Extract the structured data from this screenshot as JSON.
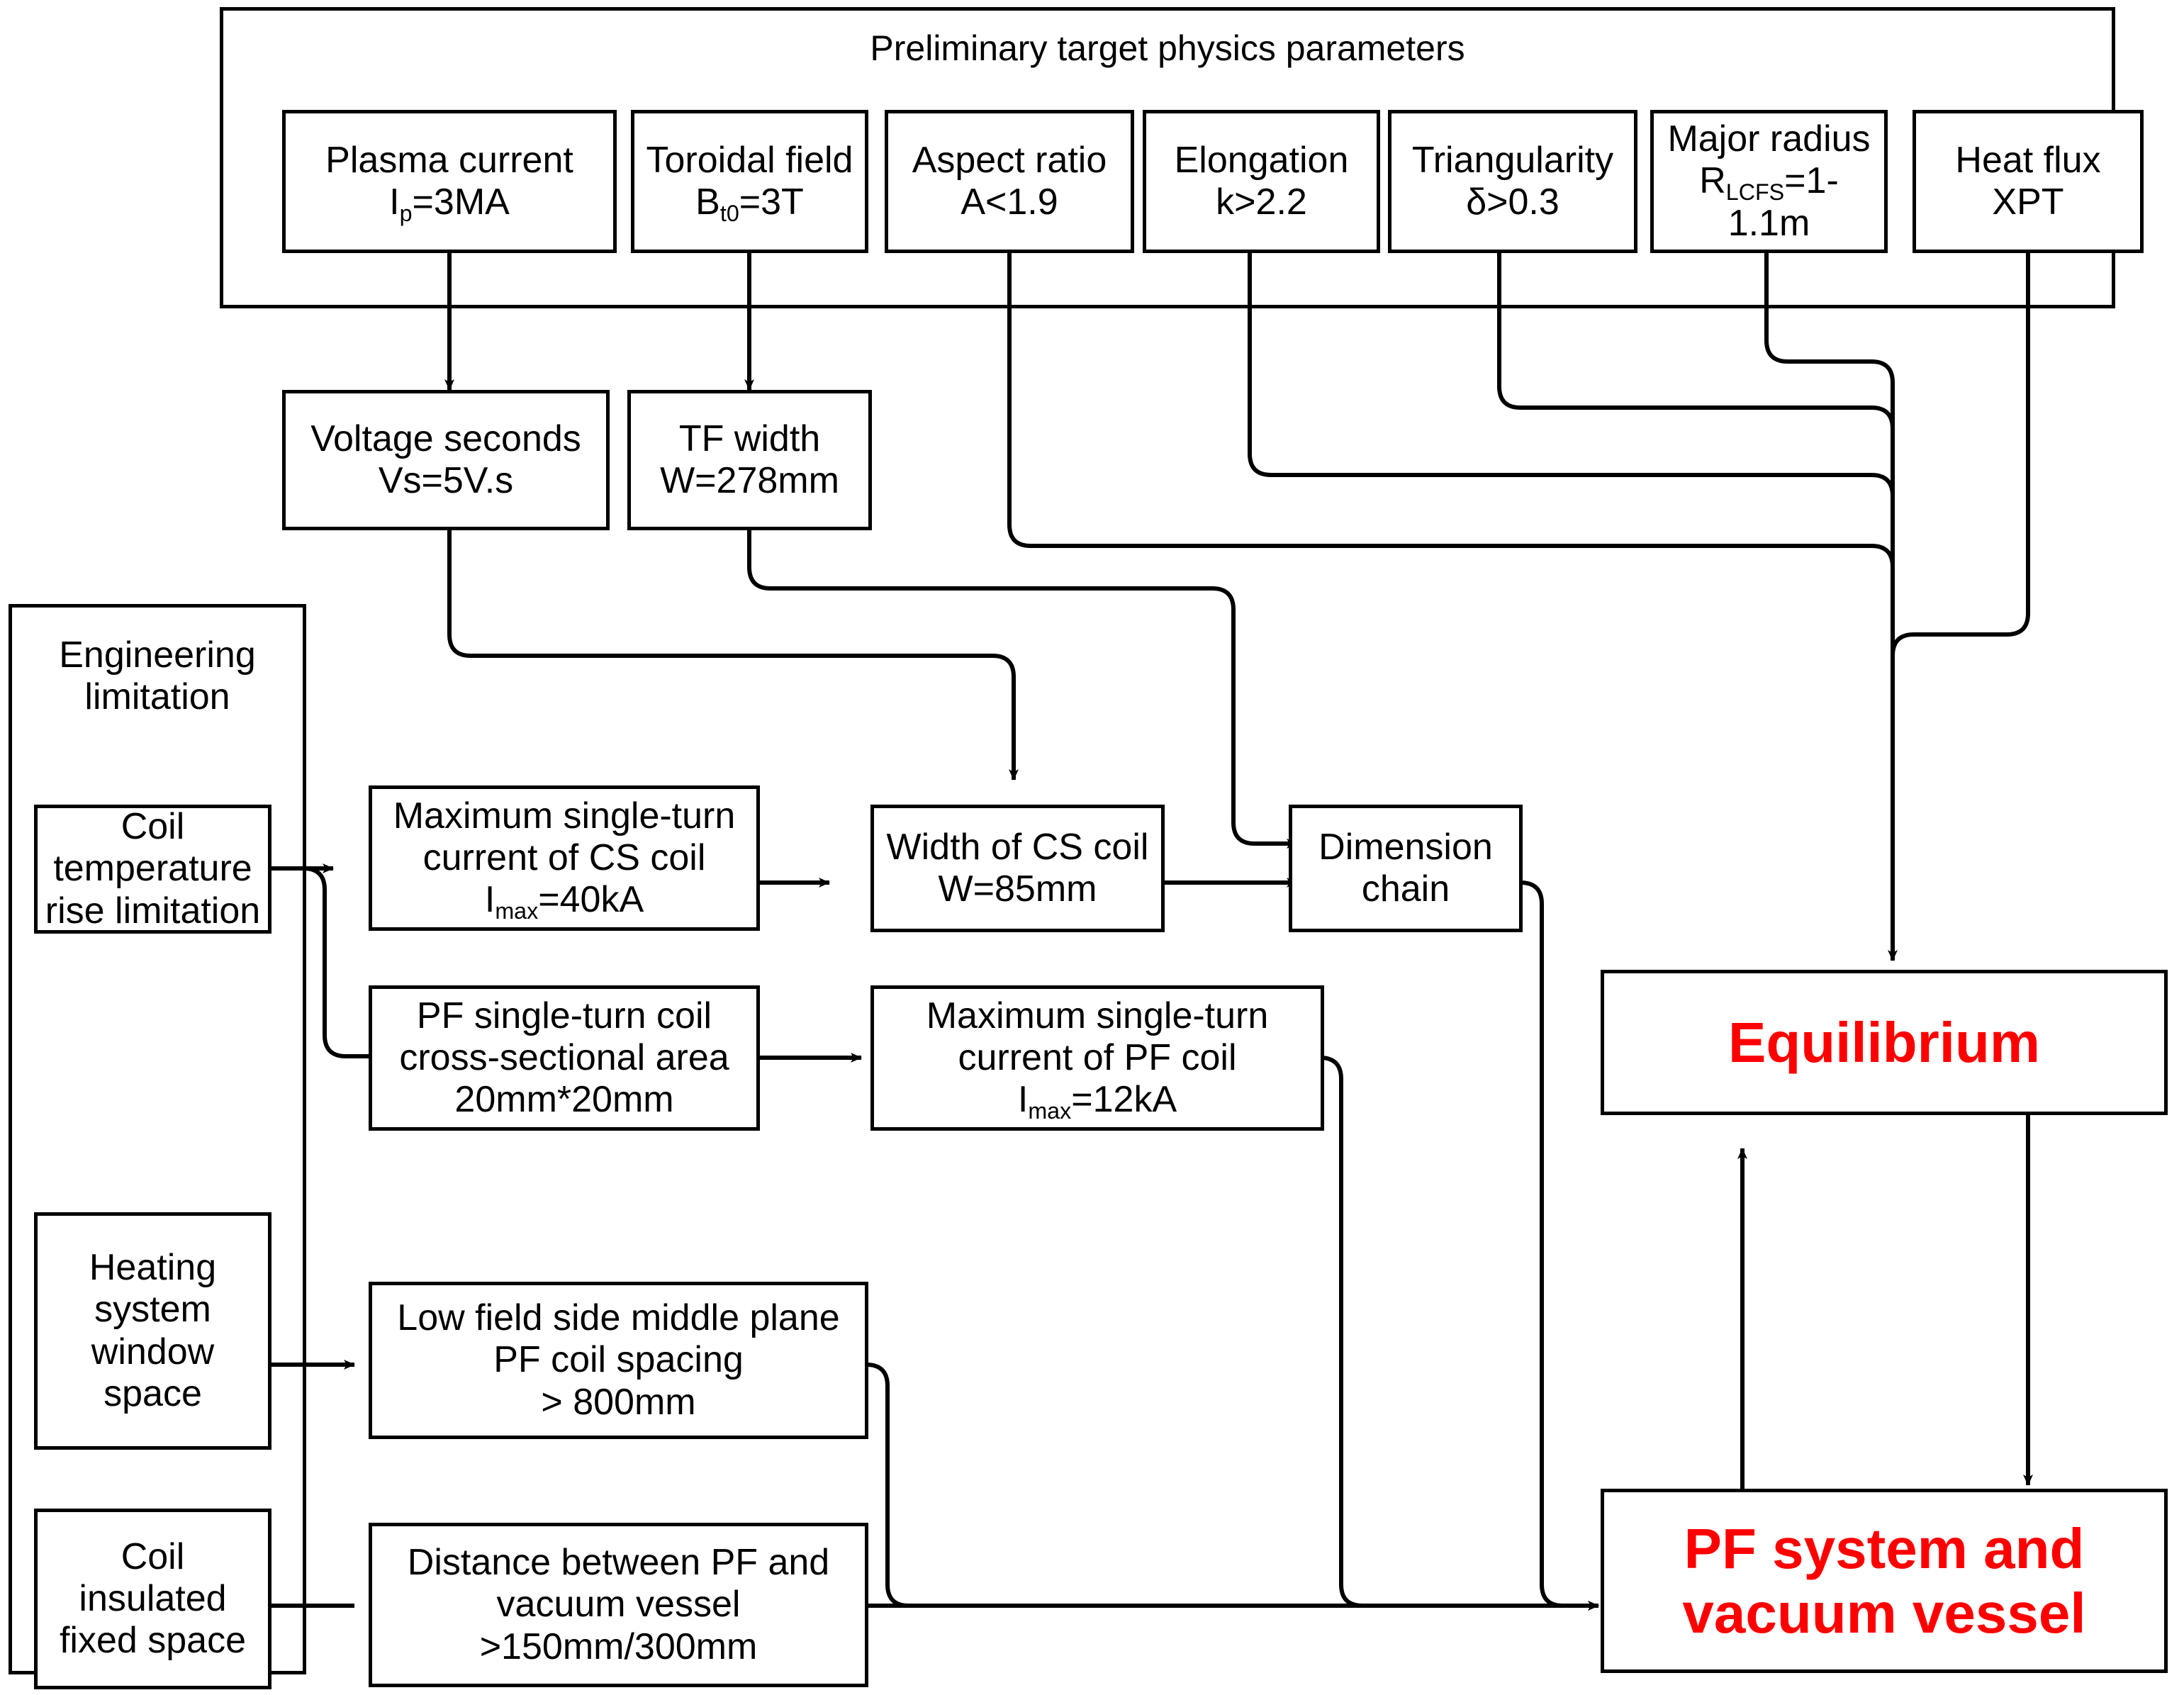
{
  "diagram": {
    "title": "Preliminary target physics parameters",
    "colors": {
      "accent_red": "#FF0000",
      "line": "#000000",
      "background": "#FFFFFF"
    },
    "groups": {
      "physics": {
        "label": "Preliminary target physics parameters"
      },
      "engineering": {
        "label_line1": "Engineering",
        "label_line2": "limitation"
      }
    },
    "physics_params": [
      {
        "name": "plasma-current",
        "line1": "Plasma current",
        "line2_pre": "I",
        "line2_sub": "p",
        "line2_post": "=3MA"
      },
      {
        "name": "toroidal-field",
        "line1": "Toroidal field",
        "line2_pre": "B",
        "line2_sub": "t0",
        "line2_post": "=3T"
      },
      {
        "name": "aspect-ratio",
        "line1": "Aspect ratio",
        "line2_pre": "A<1.9",
        "line2_sub": "",
        "line2_post": ""
      },
      {
        "name": "elongation",
        "line1": "Elongation",
        "line2_pre": "k>2.2",
        "line2_sub": "",
        "line2_post": ""
      },
      {
        "name": "triangularity",
        "line1": "Triangularity",
        "line2_pre": "δ>0.3",
        "line2_sub": "",
        "line2_post": ""
      },
      {
        "name": "major-radius",
        "line1": "Major radius",
        "line2_pre": "R",
        "line2_sub": "LCFS",
        "line2_post": "=1-",
        "line3": "1.1m"
      },
      {
        "name": "heat-flux",
        "line1": "Heat flux",
        "line2_pre": "XPT",
        "line2_sub": "",
        "line2_post": ""
      }
    ],
    "derived": [
      {
        "name": "voltage-seconds",
        "line1": "Voltage seconds",
        "line2": "Vs=5V.s"
      },
      {
        "name": "tf-width",
        "line1": "TF width",
        "line2": "W=278mm"
      }
    ],
    "engineering_limits": [
      {
        "name": "coil-temperature-rise-limitation",
        "line1": "Coil",
        "line2": "temperature",
        "line3": "rise limitation"
      },
      {
        "name": "heating-system-window-space",
        "line1": "Heating",
        "line2": "system",
        "line3": "window",
        "line4": "space"
      },
      {
        "name": "coil-insulated-fixed-space",
        "line1": "Coil",
        "line2": "insulated",
        "line3": "fixed space"
      }
    ],
    "process": [
      {
        "name": "max-single-turn-current-cs-coil",
        "line1": "Maximum single-turn",
        "line2": "current of CS coil",
        "line3_pre": "I",
        "line3_sub": "max",
        "line3_post": "=40kA"
      },
      {
        "name": "width-of-cs-coil",
        "line1": "Width of CS coil",
        "line2": "W=85mm"
      },
      {
        "name": "dimension-chain",
        "line1": "Dimension",
        "line2": "chain"
      },
      {
        "name": "pf-single-turn-coil-cross-sectional-area",
        "line1": "PF single-turn coil",
        "line2": "cross-sectional area",
        "line3": "20mm*20mm"
      },
      {
        "name": "max-single-turn-current-pf-coil",
        "line1": "Maximum single-turn",
        "line2": "current of PF coil",
        "line3_pre": "I",
        "line3_sub": "max",
        "line3_post": "=12kA"
      },
      {
        "name": "low-field-side-middle-plane-pf-coil-spacing",
        "line1": "Low field side middle plane",
        "line2": "PF coil spacing",
        "line3": "> 800mm"
      },
      {
        "name": "distance-between-pf-and-vacuum-vessel",
        "line1": "Distance between PF and",
        "line2": "vacuum vessel",
        "line3": ">150mm/300mm"
      }
    ],
    "outputs": [
      {
        "name": "equilibrium",
        "label": "Equilibrium"
      },
      {
        "name": "pf-system-and-vacuum-vessel",
        "line1": "PF system and",
        "line2": "vacuum vessel"
      }
    ]
  }
}
